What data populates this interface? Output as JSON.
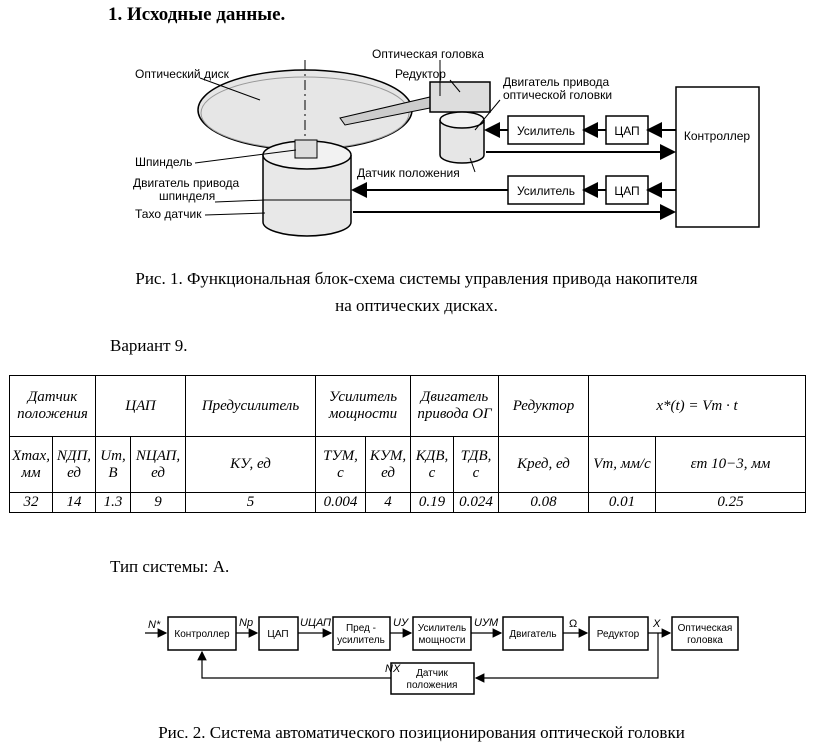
{
  "title": "1. Исходные данные.",
  "fig1": {
    "labels": {
      "optical_head": "Оптическая головка",
      "reducer": "Редуктор",
      "optical_disc": "Оптический диск",
      "head_motor_1": "Двигатель привода",
      "head_motor_2": "оптической головки",
      "amplifier": "Усилитель",
      "dac": "ЦАП",
      "controller": "Контроллер",
      "spindle": "Шпиндель",
      "spindle_motor_1": "Двигатель привода",
      "spindle_motor_2": "шпинделя",
      "position_sensor": "Датчик положения",
      "tachogen": "Тахо датчик"
    },
    "caption_line1": "Рис. 1. Функциональная блок-схема системы управления привода накопителя",
    "caption_line2": "на оптических дисках."
  },
  "variant": "Вариант 9.",
  "table": {
    "groups": {
      "sensor": "Датчик положения",
      "dac": "ЦАП",
      "preamp": "Предусилитель",
      "power_amp": "Усилитель мощности",
      "motor": "Двигатель привода ОГ",
      "reducer": "Редуктор",
      "law": "x*(t) = Vm · t"
    },
    "params": {
      "xmax": "Xmax, мм",
      "ndp": "NДП, ед",
      "um": "Um, В",
      "ndac": "NЦАП, ед",
      "ky": "KУ, ед",
      "tum": "TУМ, с",
      "kum": "KУМ, ед",
      "kdv": "KДВ, с",
      "tdv": "TДВ, с",
      "kred": "Kред, ед",
      "vm": "Vm, мм/с",
      "em": "εm 10−3, мм"
    },
    "values": {
      "xmax": "32",
      "ndp": "14",
      "um": "1.3",
      "ndac": "9",
      "ky": "5",
      "tum": "0.004",
      "kum": "4",
      "kdv": "0.19",
      "tdv": "0.024",
      "kred": "0.08",
      "vm": "0.01",
      "em": "0.25"
    }
  },
  "system_type": "Тип системы: А.",
  "fig2": {
    "blocks": {
      "controller": "Контроллер",
      "dac": "ЦАП",
      "preamp_1": "Пред -",
      "preamp_2": "усилитель",
      "amp_1": "Усилитель",
      "amp_2": "мощности",
      "motor": "Двигатель",
      "reducer": "Редуктор",
      "head_1": "Оптическая",
      "head_2": "головка",
      "sensor_1": "Датчик",
      "sensor_2": "положения"
    },
    "signals": {
      "n_star": "N*",
      "np": "Np",
      "udac": "UЦАП",
      "uy": "UУ",
      "uum": "UУМ",
      "omega": "Ω",
      "x": "X",
      "nx": "NX"
    },
    "caption": "Рис. 2. Система автоматического позиционирования оптической головки"
  }
}
